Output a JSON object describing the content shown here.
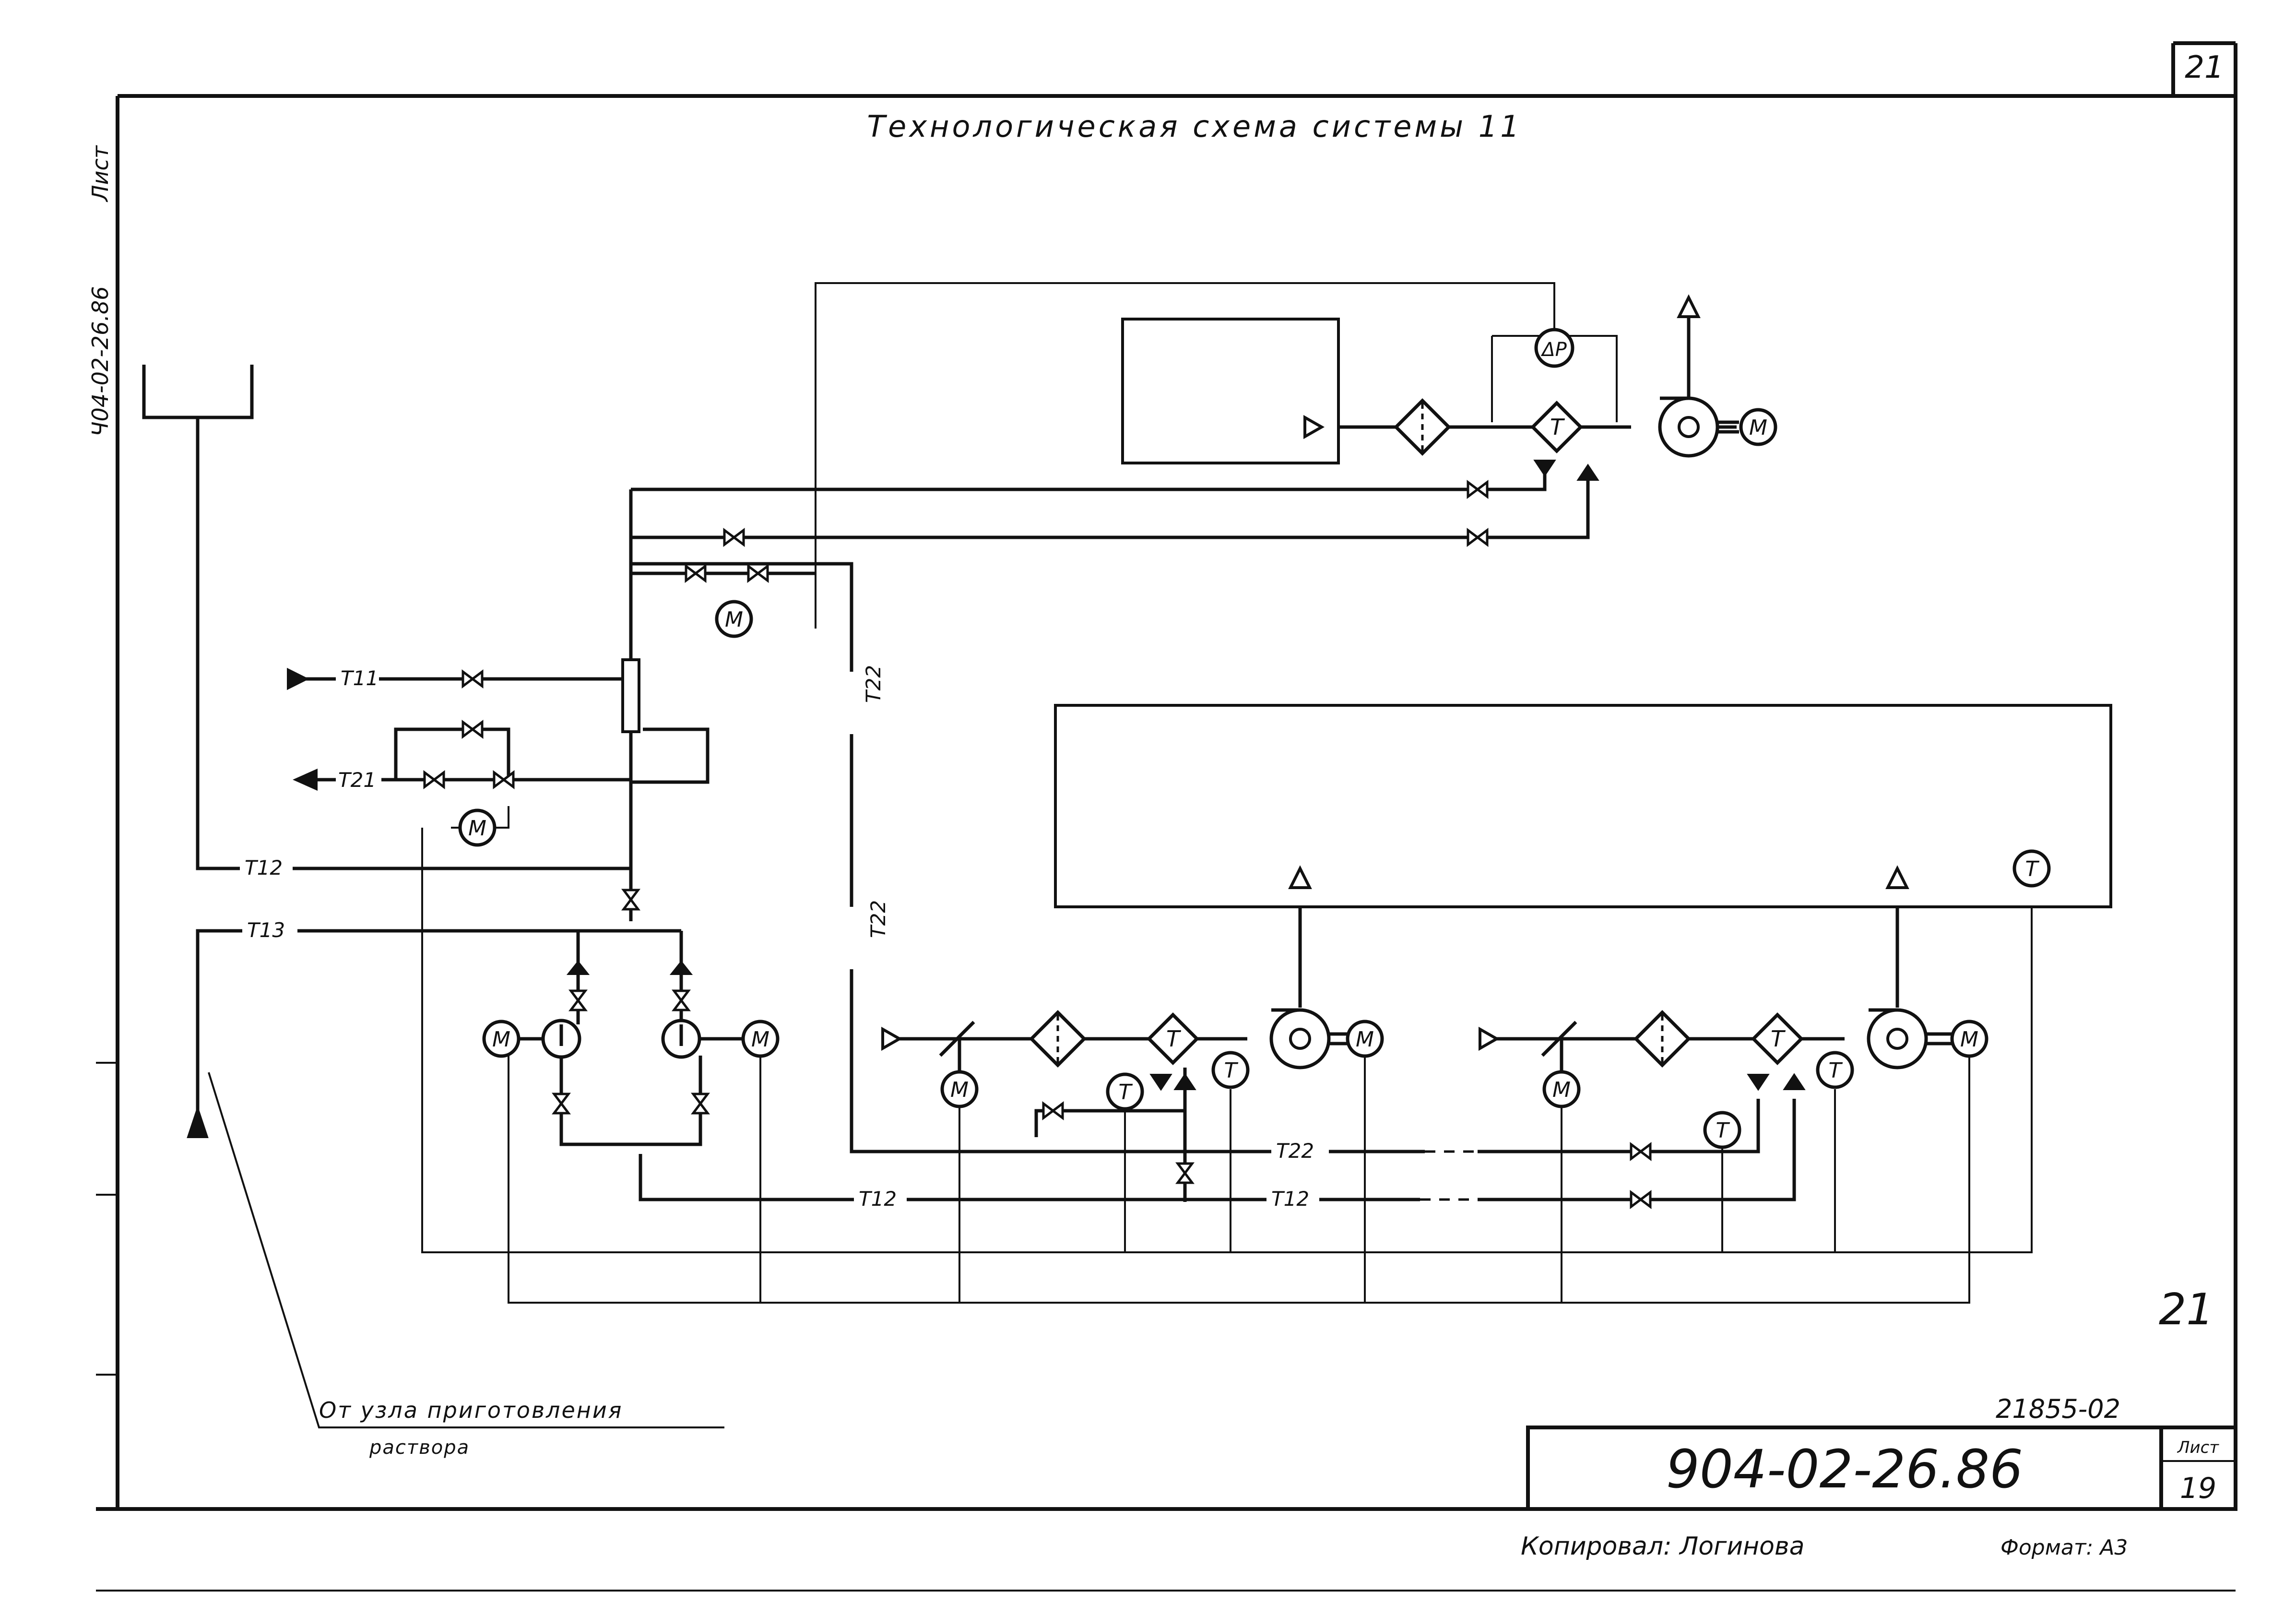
{
  "sheet": {
    "corner_number": "21",
    "title": "Технологическая схема системы 11",
    "side_label_1": "Ч04-02-26.86",
    "side_label_2": "Лист",
    "sheet_number_mark": "21",
    "stamp_inv": "21855-02",
    "drawing_code": "904-02-26.86",
    "sheet_label": "Лист",
    "sheet_no": "19",
    "copied_by": "Копировал: Логинова",
    "format": "Формат: А3"
  },
  "source_note": {
    "line1": "От узла приготовления",
    "line2": "раствора"
  },
  "lines": {
    "t11": "Т11",
    "t21": "Т21",
    "t12": "Т12",
    "t13": "Т13",
    "t22": "Т22"
  },
  "symbols": {
    "motor": "М",
    "temperature": "Т",
    "dp": "ΔР"
  }
}
